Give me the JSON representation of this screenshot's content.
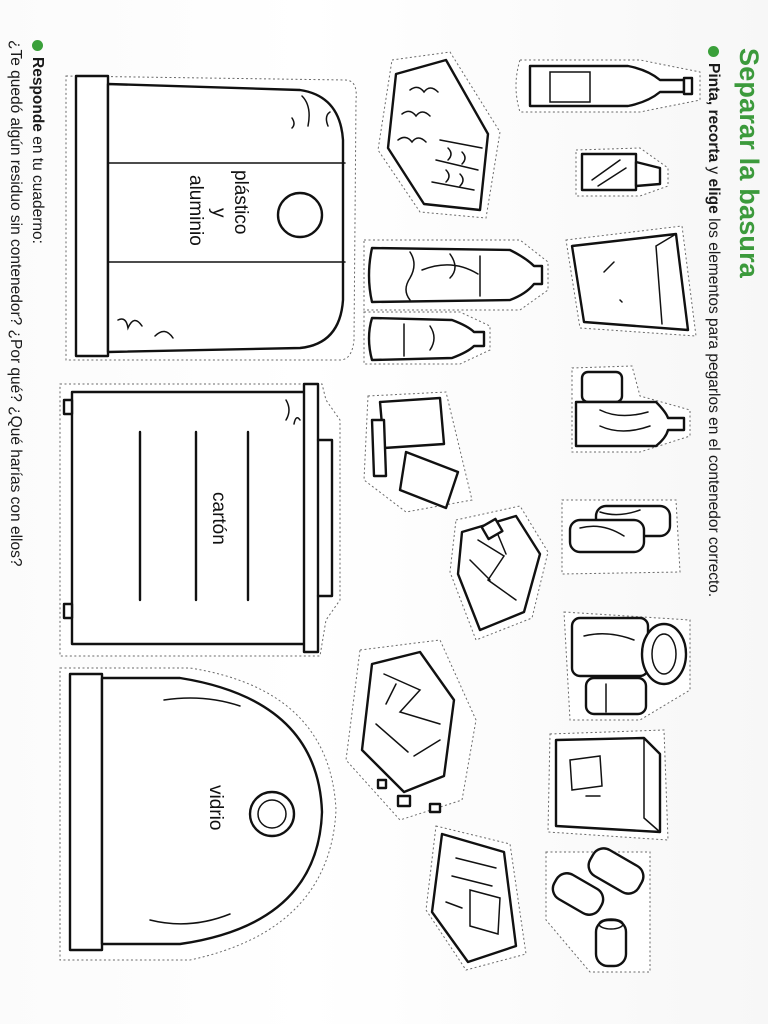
{
  "title": "Separar la basura",
  "instruction": {
    "w1": "Pinta,",
    "w2": "recorta",
    "w3": "y",
    "w4": "elige",
    "rest": "los elementos para pegarlos en el contenedor correcto."
  },
  "respond": {
    "bold": "Responde",
    "rest": "en tu cuaderno:",
    "question": "¿Te quedó algún residuo sin contenedor? ¿Por qué? ¿Qué harías con ellos?"
  },
  "bins": {
    "plastic_l1": "plástico",
    "plastic_l2": "y",
    "plastic_l3": "aluminio",
    "cardboard": "cartón",
    "glass": "vidrio"
  },
  "colors": {
    "accent": "#3c9a3c",
    "bullet": "#3aa03a",
    "ink": "#111111"
  },
  "icons": [
    "glass-bottle-icon",
    "perfume-bottle-icon",
    "egg-carton-icon",
    "paper-bag-icon",
    "plastic-bottle-icon",
    "spray-can-icon",
    "milk-carton-icon",
    "cans-icon",
    "crumpled-paper-icon",
    "tin-can-icon",
    "paper-scraps-icon",
    "cereal-box-icon",
    "newspaper-icon",
    "soda-cans-icon"
  ]
}
